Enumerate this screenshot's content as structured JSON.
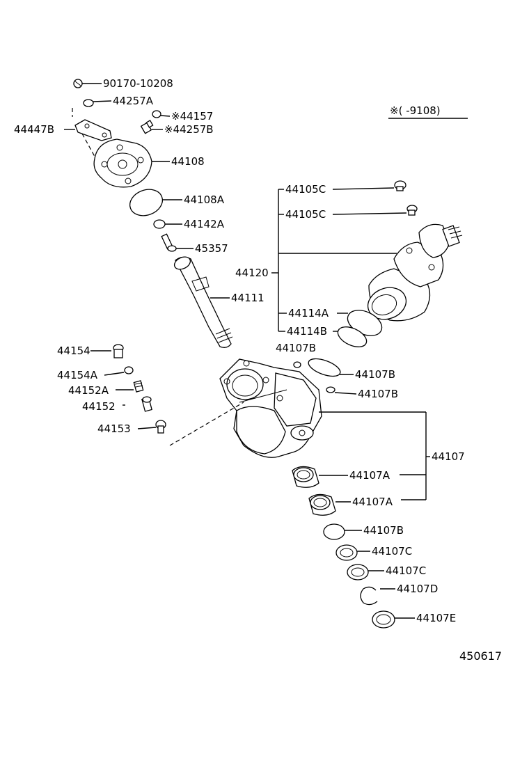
{
  "labels": {
    "p90170_10208": "90170-10208",
    "p44257A": "44257A",
    "p44157": "※44157",
    "p44447B": "44447B",
    "p44257B": "※44257B",
    "p44108": "44108",
    "p44108A": "44108A",
    "p44142A": "44142A",
    "p45357": "45357",
    "p44111": "44111",
    "p44105C_1": "44105C",
    "p44105C_2": "44105C",
    "p44120": "44120",
    "p44114A": "44114A",
    "p44114B": "44114B",
    "p44107B_1": "44107B",
    "p44107B_2": "44107B",
    "p44107B_3": "44107B",
    "p44107B_4": "44107B",
    "p44107": "44107",
    "p44107A_1": "44107A",
    "p44107A_2": "44107A",
    "p44107C_1": "44107C",
    "p44107C_2": "44107C",
    "p44107D": "44107D",
    "p44107E": "44107E",
    "p44154": "44154",
    "p44154A": "44154A",
    "p44152A": "44152A",
    "p44152": "44152",
    "p44153": "44153"
  },
  "note": "※(      -9108)",
  "diagram_id": "450617"
}
